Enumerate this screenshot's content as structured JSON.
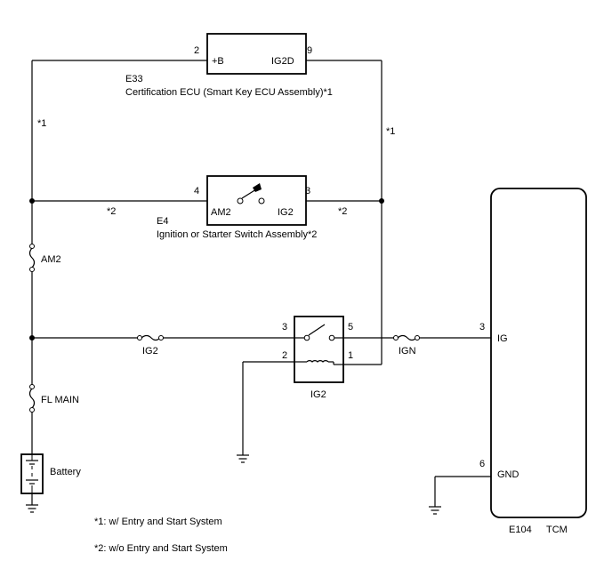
{
  "certification_ecu": {
    "connector": "E33",
    "name": "Certification ECU (Smart Key ECU Assembly)*1",
    "pin_left_number": "2",
    "pin_left_label": "+B",
    "pin_right_number": "9",
    "pin_right_label": "IG2D"
  },
  "ignition_switch": {
    "connector": "E4",
    "name": "Ignition or Starter Switch Assembly*2",
    "pin_left_number": "4",
    "pin_left_label": "AM2",
    "pin_right_number": "3",
    "pin_right_label": "IG2"
  },
  "relay": {
    "name": "IG2",
    "pin_contact_in": "3",
    "pin_contact_out": "5",
    "pin_coil_in": "2",
    "pin_coil_out": "1"
  },
  "tcm": {
    "connector": "E104",
    "name": "TCM",
    "pin_ig_number": "3",
    "pin_ig_label": "IG",
    "pin_gnd_number": "6",
    "pin_gnd_label": "GND"
  },
  "fuses": {
    "am2": "AM2",
    "fl_main": "FL MAIN",
    "ig2": "IG2",
    "ign": "IGN"
  },
  "battery": {
    "label": "Battery"
  },
  "marks": {
    "left_top": "*1",
    "right_top": "*1",
    "left_mid": "*2",
    "right_mid": "*2"
  },
  "notes": [
    "*1: w/ Entry and Start System",
    "*2: w/o Entry and Start System"
  ]
}
